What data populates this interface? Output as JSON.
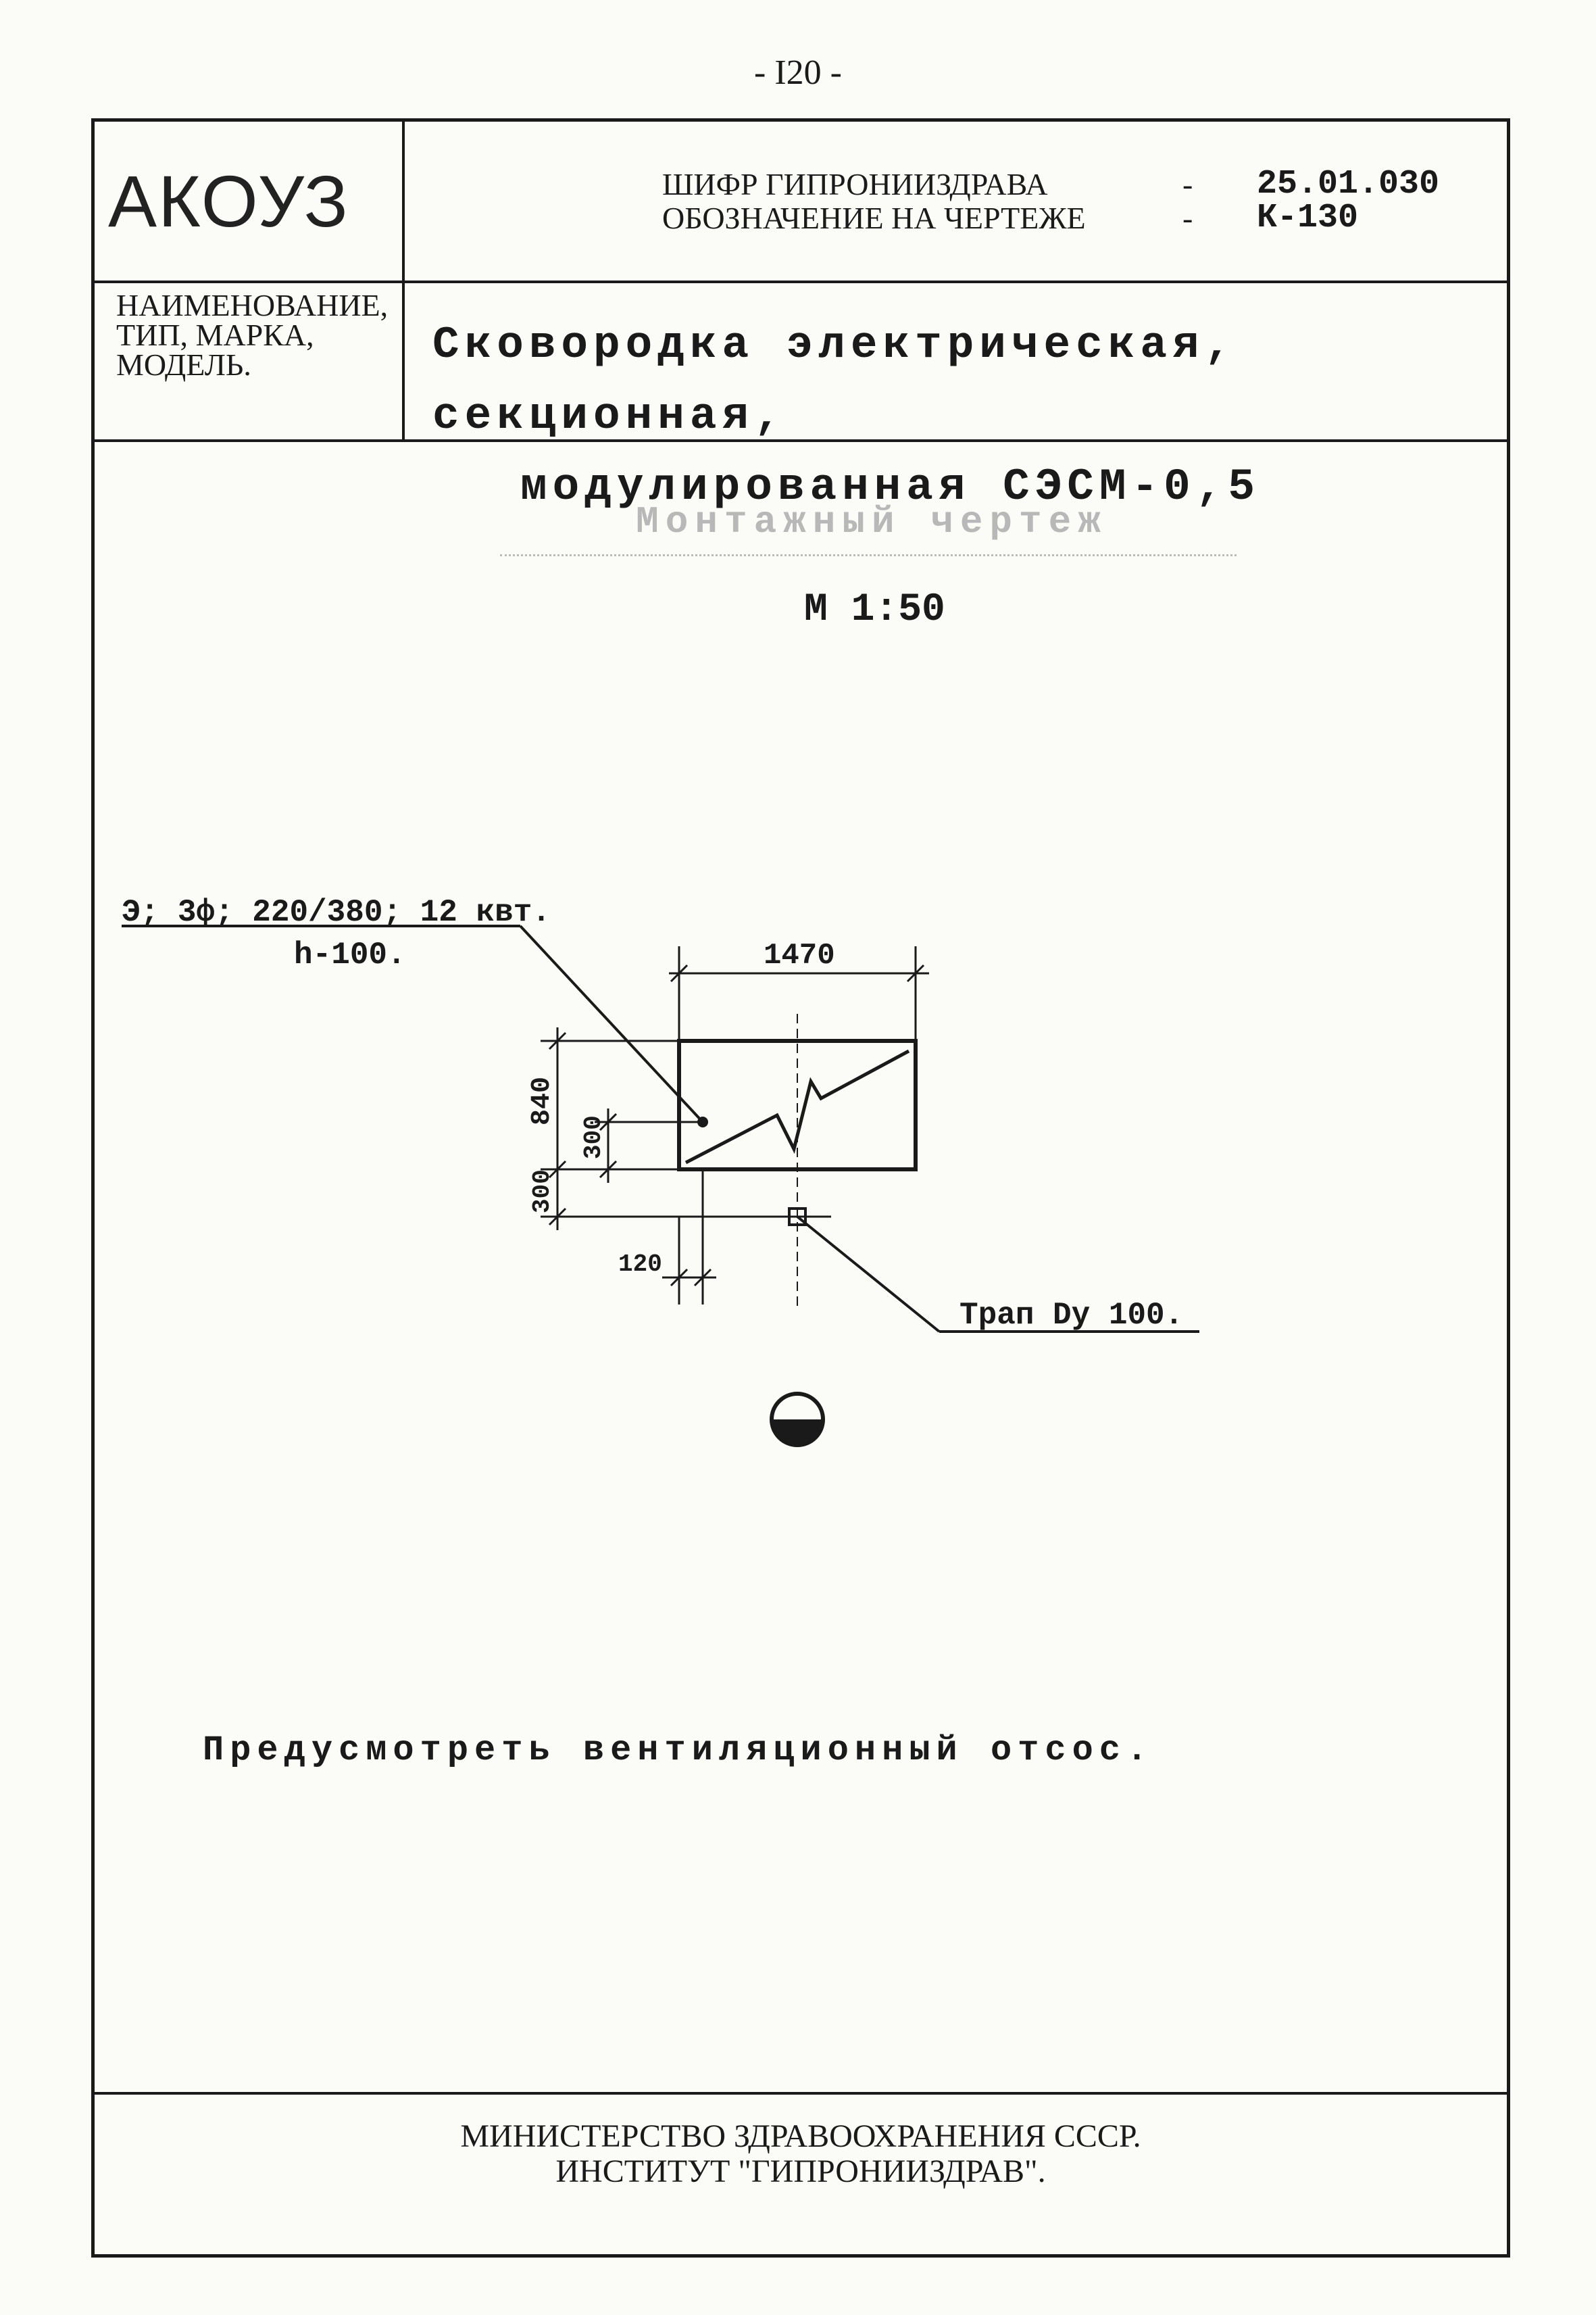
{
  "page_number": "- I20 -",
  "header": {
    "logo": "АКОУЗ",
    "cipher_label": "ШИФР ГИПРОНИИЗДРАВА",
    "cipher_value": "25.01.030",
    "designation_label": "ОБОЗНАЧЕНИЕ НА ЧЕРТЕЖЕ",
    "designation_value": "К-130",
    "dash": "-"
  },
  "name_block": {
    "label": "НАИМЕНОВАНИЕ, ТИП, МАРКА, МОДЕЛЬ.",
    "title_line1": "Сковородка электрическая, секционная,",
    "title_line2": "модулированная СЭСМ-0,5"
  },
  "drawing": {
    "faded_title": "Монтажный чертеж",
    "scale": "М 1:50",
    "power_label": "Э; 3ф; 220/380; 12 квт.",
    "power_height": "h-100.",
    "dim_width": "1470",
    "dim_depth": "840",
    "dim_300_inner": "300",
    "dim_300_outer": "300",
    "dim_120": "120",
    "drain_label": "Трап Dу 100."
  },
  "note": "Предусмотреть вентиляционный отсос.",
  "footer": {
    "line1": "МИНИСТЕРСТВО ЗДРАВООХРАНЕНИЯ СССР.",
    "line2": "ИНСТИТУТ \"ГИПРОНИИЗДРАВ\"."
  }
}
